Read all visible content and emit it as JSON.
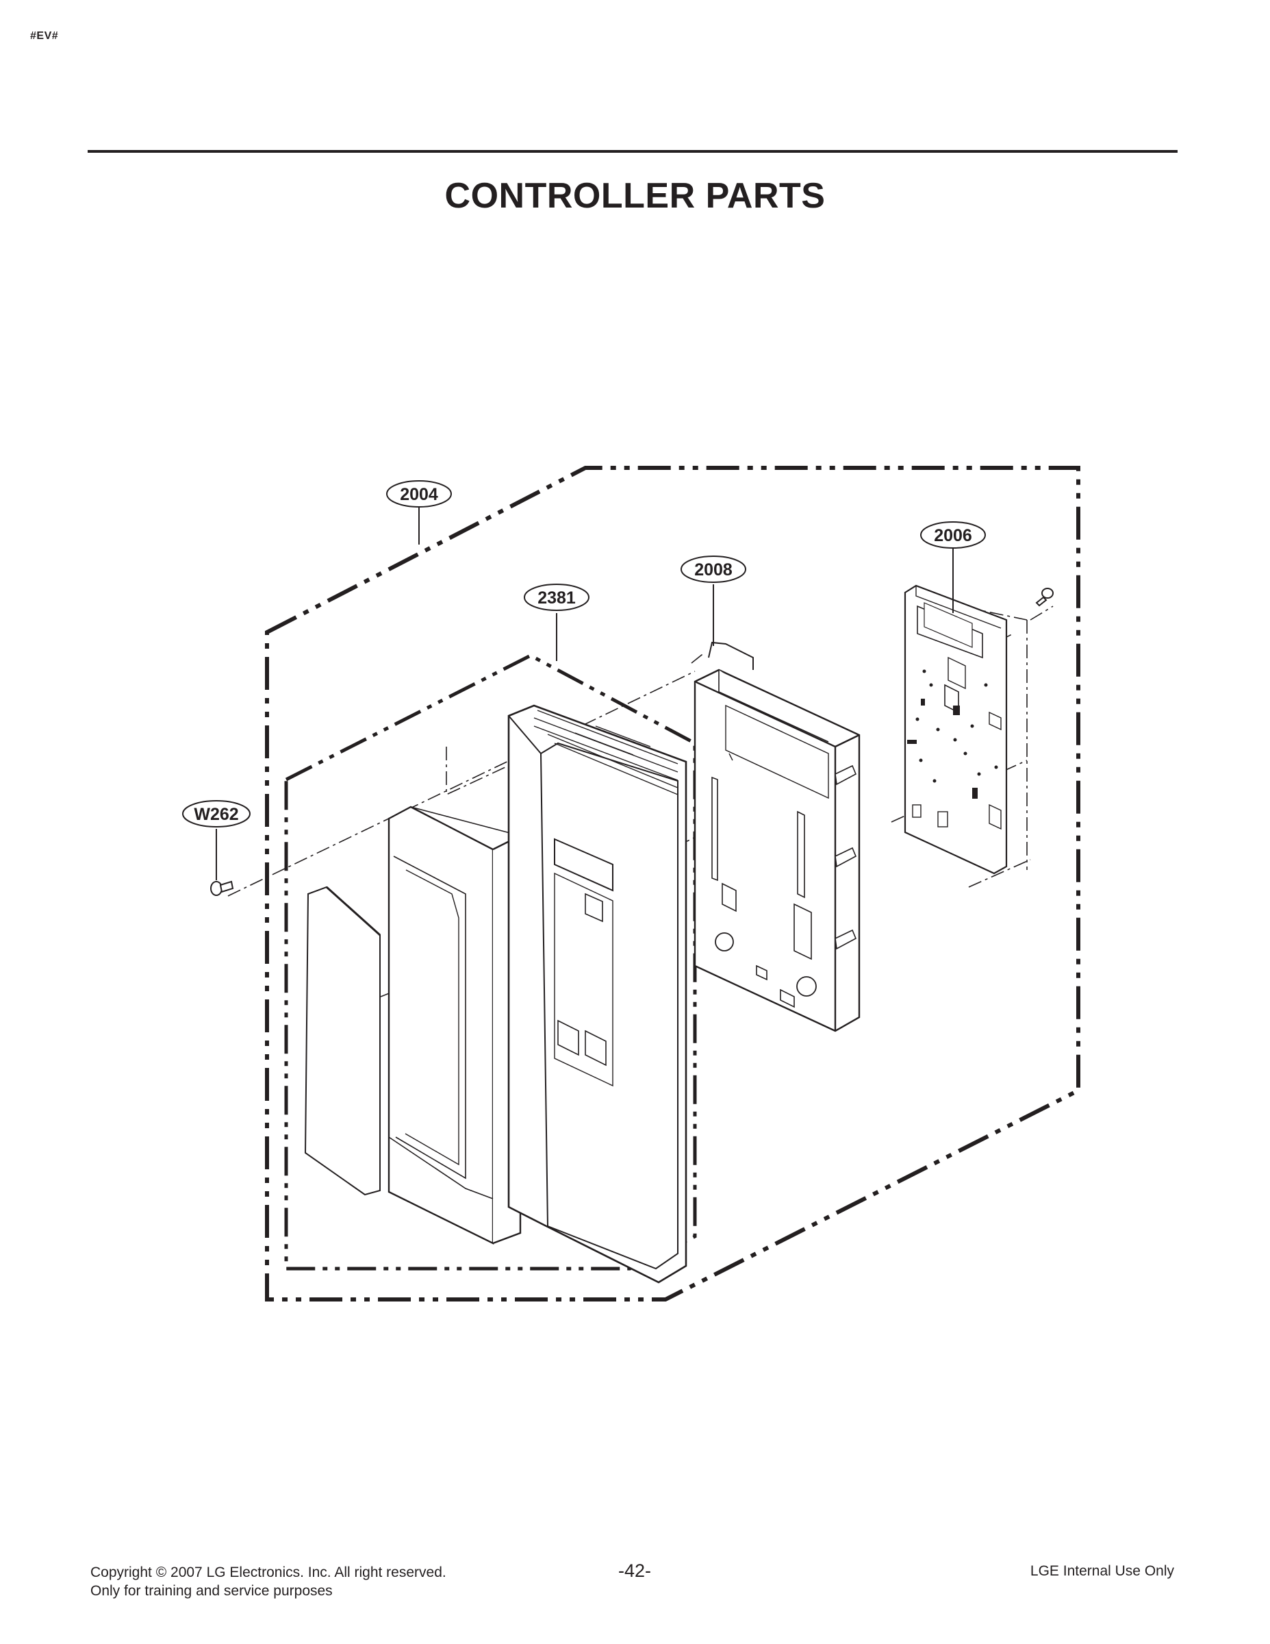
{
  "page": {
    "corner_tag": "#EV#",
    "title": "CONTROLLER PARTS",
    "page_number": "-42-"
  },
  "footer": {
    "copyright": "Copyright © 2007 LG Electronics. Inc. All right reserved.",
    "purpose": "Only for training and service purposes",
    "internal": "LGE Internal Use Only"
  },
  "callouts": {
    "c2004": "2004",
    "c2006": "2006",
    "c2008": "2008",
    "c2381": "2381",
    "cW262": "W262"
  }
}
